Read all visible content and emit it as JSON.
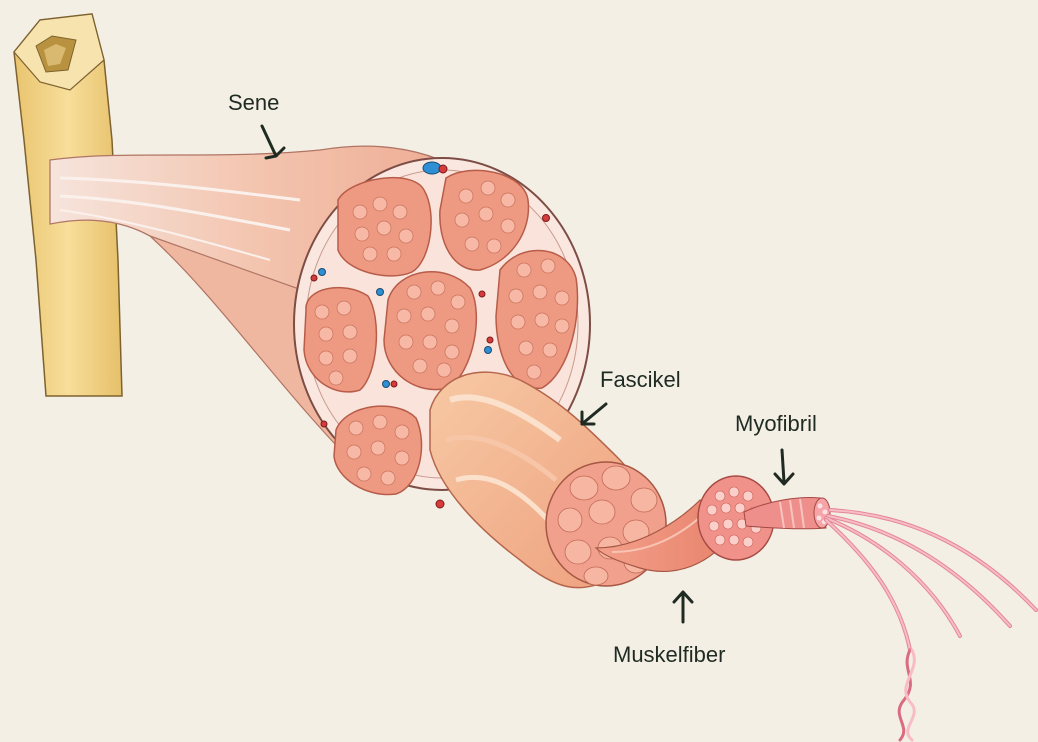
{
  "labels": {
    "tendon": "Sene",
    "fascicle": "Fascikel",
    "myofibril": "Myofibril",
    "muscle_fiber": "Muskelfiber"
  },
  "colors": {
    "background": "#f4efe5",
    "bone": "#f3d68c",
    "tendon": "#f2c3ad",
    "muscle": "#f0a08c",
    "fascicle_fill": "#ee9a82",
    "connective": "#fae8e0",
    "blood_red": "#d63a3a",
    "blood_blue": "#2f8fd4",
    "arrow": "#1f2b22"
  },
  "icons": {
    "arrow_style": "down-arrow"
  }
}
